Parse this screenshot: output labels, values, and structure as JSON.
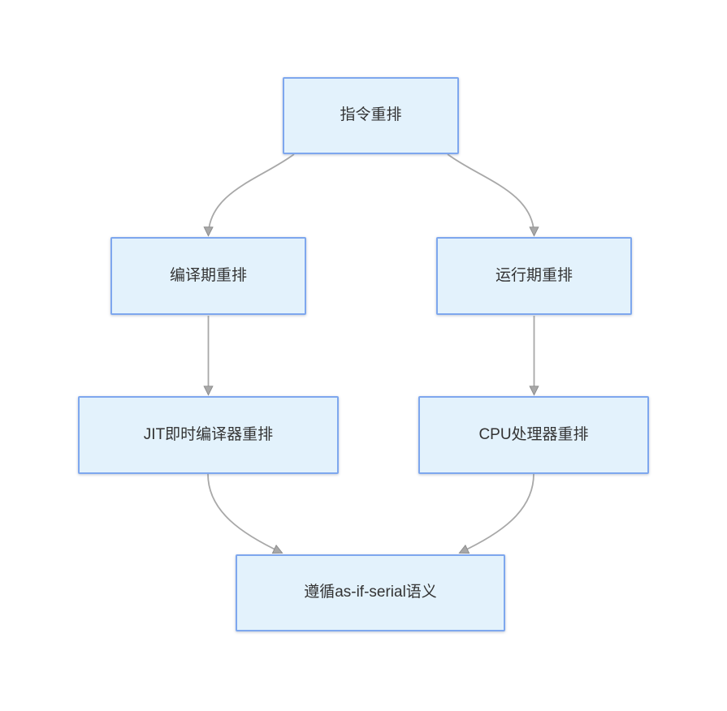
{
  "diagram": {
    "type": "flowchart",
    "direction": "top-down",
    "nodes": [
      {
        "id": "instruction-reorder",
        "label": "指令重排"
      },
      {
        "id": "compile-time-reorder",
        "label": "编译期重排"
      },
      {
        "id": "runtime-reorder",
        "label": "运行期重排"
      },
      {
        "id": "jit-compiler-reorder",
        "label": "JIT即时编译器重排"
      },
      {
        "id": "cpu-processor-reorder",
        "label": "CPU处理器重排"
      },
      {
        "id": "as-if-serial",
        "label": "遵循as-if-serial语义"
      }
    ],
    "edges": [
      {
        "from": "instruction-reorder",
        "to": "compile-time-reorder"
      },
      {
        "from": "instruction-reorder",
        "to": "runtime-reorder"
      },
      {
        "from": "compile-time-reorder",
        "to": "jit-compiler-reorder"
      },
      {
        "from": "runtime-reorder",
        "to": "cpu-processor-reorder"
      },
      {
        "from": "jit-compiler-reorder",
        "to": "as-if-serial"
      },
      {
        "from": "cpu-processor-reorder",
        "to": "as-if-serial"
      }
    ],
    "colors": {
      "background": "#ffffff",
      "node_fill": "#e3f2fc",
      "node_border": "#7ea7ee",
      "edge_line": "#a8a8a8",
      "arrowhead_fill": "#a8a8a8",
      "text": "#333333"
    }
  }
}
